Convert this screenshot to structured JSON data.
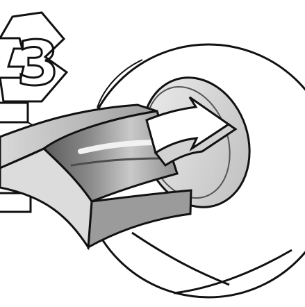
{
  "diagram": {
    "step_number": "3",
    "elements": [
      "step-number-badge",
      "zoom-circle",
      "curved-strip",
      "adhesive-disc",
      "direction-arrow"
    ],
    "colors": {
      "outline": "#111111",
      "light_gray": "#d9d9d9",
      "mid_gray": "#a8a8a8",
      "dark_gray": "#6f6f6f",
      "background": "#ffffff"
    }
  }
}
